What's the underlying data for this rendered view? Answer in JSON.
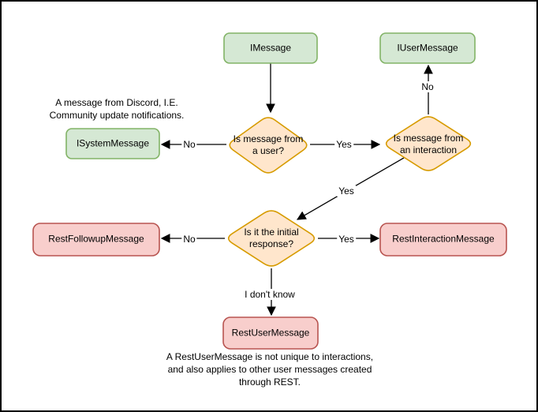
{
  "canvas": {
    "background": "#ffffff",
    "border_color": "#000000"
  },
  "palette": {
    "green_fill": "#d5e8d4",
    "green_stroke": "#82b366",
    "orange_fill": "#ffe6cc",
    "orange_stroke": "#d79b00",
    "red_fill": "#f8cecc",
    "red_stroke": "#b85450",
    "line_color": "#000000"
  },
  "nodes": {
    "imessage": {
      "label": "IMessage"
    },
    "iusermessage": {
      "label": "IUserMessage"
    },
    "isystemmessage": {
      "label": "ISystemMessage"
    },
    "restfollowupmessage": {
      "label": "RestFollowupMessage"
    },
    "restinteractionmessage": {
      "label": "RestInteractionMessage"
    },
    "restusermessage": {
      "label": "RestUserMessage"
    }
  },
  "decisions": {
    "is_from_user": {
      "line1": "Is message from",
      "line2": "a user?"
    },
    "is_from_interaction": {
      "line1": "Is message from",
      "line2": "an interaction"
    },
    "is_initial_response": {
      "line1": "Is it the initial",
      "line2": "response?"
    }
  },
  "edge_labels": {
    "user_no": "No",
    "user_yes": "Yes",
    "interaction_no": "No",
    "interaction_yes": "Yes",
    "initial_no": "No",
    "initial_yes": "Yes",
    "initial_unknown": "I don't know"
  },
  "notes": {
    "system_message": {
      "line1": "A message from Discord, I.E.",
      "line2": "Community update notifications."
    },
    "rest_user_message": {
      "line1": "A RestUserMessage is not unique to interactions,",
      "line2": "and also applies to other user messages created",
      "line3": "through REST."
    }
  }
}
